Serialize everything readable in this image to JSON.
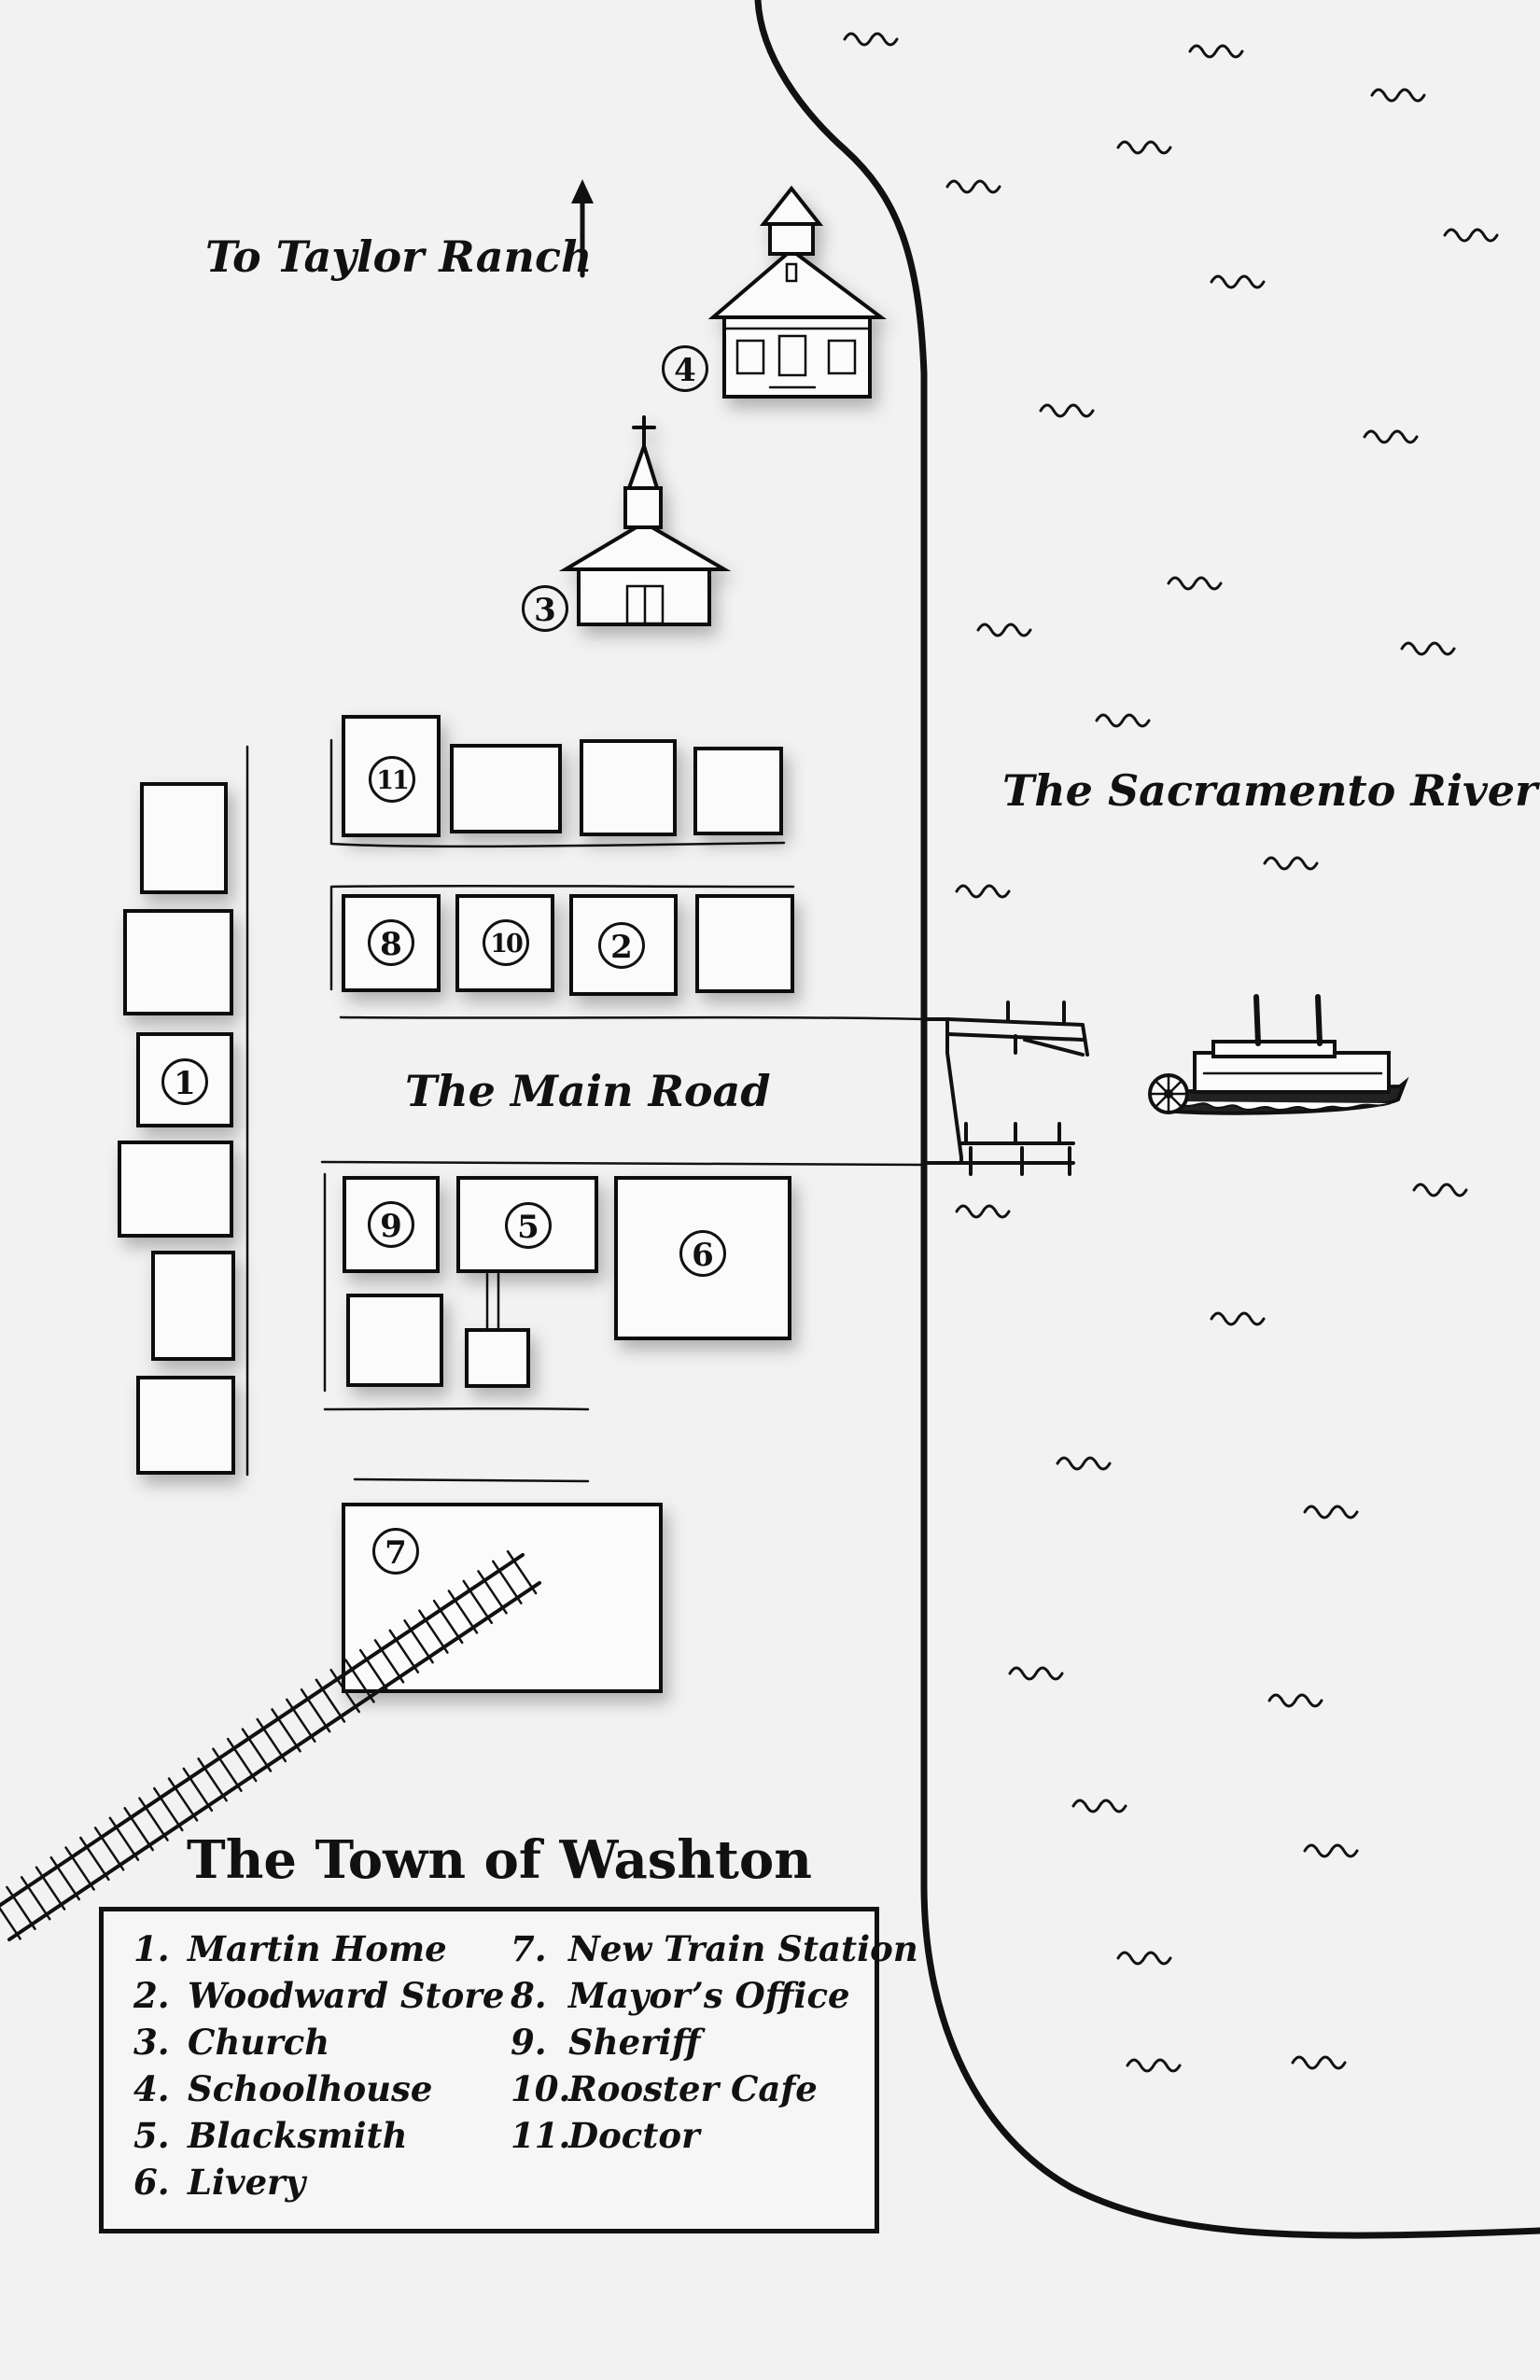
{
  "map_title": "The Town of Washton",
  "labels": {
    "taylor_ranch": "To Taylor Ranch",
    "river": "The Sacramento River",
    "main_road": "The Main Road"
  },
  "markers": {
    "m1": "1",
    "m2": "2",
    "m3": "3",
    "m4": "4",
    "m5": "5",
    "m6": "6",
    "m7": "7",
    "m8": "8",
    "m9": "9",
    "m10": "10",
    "m11": "11"
  },
  "legend": {
    "left": [
      {
        "num": "1.",
        "name": "Martin Home"
      },
      {
        "num": "2.",
        "name": "Woodward Store"
      },
      {
        "num": "3.",
        "name": "Church"
      },
      {
        "num": "4.",
        "name": "Schoolhouse"
      },
      {
        "num": "5.",
        "name": "Blacksmith"
      },
      {
        "num": "6.",
        "name": "Livery"
      }
    ],
    "right": [
      {
        "num": "7.",
        "name": "New Train Station"
      },
      {
        "num": "8.",
        "name": "Mayor’s Office"
      },
      {
        "num": "9.",
        "name": "Sheriff"
      },
      {
        "num": "10.",
        "name": "Rooster Cafe"
      },
      {
        "num": "11.",
        "name": "Doctor"
      }
    ]
  },
  "icons": [
    "north-arrow-icon",
    "schoolhouse-icon",
    "church-icon",
    "steamboat-icon",
    "railroad-track-icon",
    "dock-icon",
    "water-wave-icon"
  ],
  "colors": {
    "ink": "#111111",
    "paper": "#f2f2f2"
  }
}
